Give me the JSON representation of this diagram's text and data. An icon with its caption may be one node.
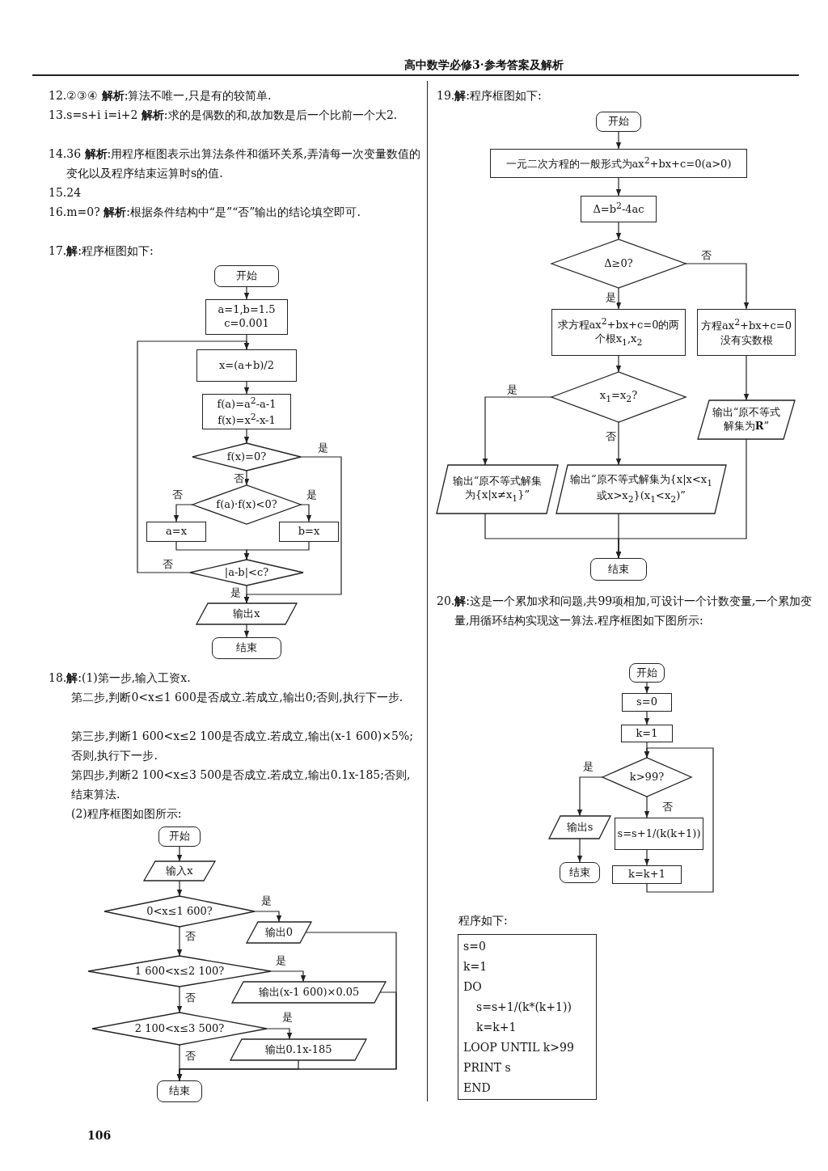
{
  "diagram": {
    "nodes": [
      {
        "text": [
          "开始"
        ]
      },
      {
        "text": [
          "a=1,b=1.5 c=0.001"
        ]
      },
      {
        "text": [
          "x=(a+b)/2"
        ]
      },
      {
        "text": [
          "f(a)=a$^{2}$-a-1 f(x)=x$^{2}$-x-1"
        ]
      },
      {
        "text": [
          "f(x)=0?"
        ]
      },
      {
        "text": [
          "f(a)·f(x)<0?"
        ]
      },
      {
        "text": [
          "a=x"
        ]
      },
      {
        "text": [
          "b=x"
        ]
      },
      {
        "text": [
          "|a-b|<c?"
        ]
      },
      {
        "text": [
          "输出x"
        ]
      },
      {
        "text": [
          "结束"
        ]
      },
      {
        "text": [
          "开始"
        ]
      },
      {
        "text": [
          "输入x"
        ]
      },
      {
        "text": [
          "0<x≤1 600?"
        ]
      },
      {
        "text": [
          "输出0"
        ]
      },
      {
        "text": [
          "1 600<x≤2 100?"
        ]
      },
      {
        "text": [
          "输出(x-1 600)×0.05"
        ]
      },
      {
        "text": [
          "2 100<x≤3 500?"
        ]
      },
      {
        "text": [
          "输出0.1x-185"
        ]
      },
      {
        "text": [
          "结束"
        ]
      },
      {
        "text": [
          "开始"
        ]
      },
      {
        "text": [
          "一元二次方程的一般形式为ax$^{2}$+bx+c=0(a>0)"
        ]
      },
      {
        "text": [
          "Δ=b$^{2}$-4ac"
        ]
      },
      {
        "text": [
          "Δ≥0?"
        ]
      },
      {
        "text": [
          "求方程ax$^{2}$+bx+c=0的两个根x$_{1}$,x$_{2}$"
        ]
      },
      {
        "text": [
          "方程ax$^{2}$+bx+c=0没有实数根"
        ]
      },
      {
        "text": [
          "x$_{1}$=x$_{2}$?"
        ]
      },
      {
        "text": [
          "输出“原不等式解集为**R**”"
        ]
      },
      {
        "text": [
          "输出“原不等式解集为{x|x≠x$_{1}$}”"
        ]
      },
      {
        "text": [
          "输出“原不等式解集为{x|x<x$_{1}$或x>x$_{2}$}(x$_{1}$<x$_{2}$)”"
        ]
      },
      {
        "text": [
          "结束"
        ]
      },
      {
        "text": [
          "开始"
        ]
      },
      {
        "text": [
          "s=0"
        ]
      },
      {
        "text": [
          "k=1"
        ]
      },
      {
        "text": [
          "k>99?"
        ]
      },
      {
        "text": [
          "输出s"
        ]
      },
      {
        "text": [
          "结束"
        ]
      },
      {
        "text": [
          "s=s+1/(k(k+1))"
        ]
      },
      {
        "text": [
          "k=k+1"
        ]
      },
      {
        "text": [
          "s=0",
          "k=1",
          "DO",
          "s=s+1/(k*(k+1))",
          "k=k+1",
          "LOOP UNTIL k>99",
          "PRINT s",
          "END"
        ],
        "beside": [
          "程序如下:"
        ]
      }
    ],
    "edges": [
      {
        "from": 0,
        "to": 1,
        "arrow": "to"
      },
      {
        "from": 1,
        "to": 2,
        "arrow": "to"
      },
      {
        "from": 2,
        "to": 3,
        "arrow": "to"
      },
      {
        "from": 3,
        "to": 4,
        "arrow": "to"
      },
      {
        "from": 4,
        "to": 5,
        "arrow": "to",
        "label": "否"
      },
      {
        "from": 4,
        "to": 9,
        "arrow": "to",
        "label": "是"
      },
      {
        "from": 5,
        "to": 6,
        "arrow": "to",
        "label": "否"
      },
      {
        "from": 5,
        "to": 7,
        "arrow": "to",
        "label": "是"
      },
      {
        "from": 6,
        "to": 8,
        "arrow": "to"
      },
      {
        "from": 7,
        "to": 8,
        "arrow": "to"
      },
      {
        "from": 8,
        "to": 2,
        "arrow": "to",
        "label": "否"
      },
      {
        "from": 8,
        "to": 9,
        "arrow": "to",
        "label": "是"
      },
      {
        "from": 9,
        "to": 10,
        "arrow": "to"
      },
      {
        "from": 11,
        "to": 12,
        "arrow": "to"
      },
      {
        "from": 12,
        "to": 13,
        "arrow": "to"
      },
      {
        "from": 13,
        "to": 14,
        "arrow": "to",
        "label": "是"
      },
      {
        "from": 13,
        "to": 15,
        "arrow": "to",
        "label": "否"
      },
      {
        "from": 15,
        "to": 16,
        "arrow": "to",
        "label": "是"
      },
      {
        "from": 15,
        "to": 17,
        "arrow": "to",
        "label": "否"
      },
      {
        "from": 17,
        "to": 18,
        "arrow": "to",
        "label": "是"
      },
      {
        "from": 17,
        "to": 19,
        "arrow": "to",
        "label": "否"
      },
      {
        "from": 14,
        "to": 19,
        "arrow": "to"
      },
      {
        "from": 16,
        "to": 19,
        "arrow": "to"
      },
      {
        "from": 18,
        "to": 19,
        "arrow": "to"
      },
      {
        "from": 20,
        "to": 21,
        "arrow": "to"
      },
      {
        "from": 21,
        "to": 22,
        "arrow": "to"
      },
      {
        "from": 22,
        "to": 23,
        "arrow": "to"
      },
      {
        "from": 23,
        "to": 24,
        "arrow": "to",
        "label": "是"
      },
      {
        "from": 23,
        "to": 25,
        "arrow": "to",
        "label": "否"
      },
      {
        "from": 24,
        "to": 26,
        "arrow": "to"
      },
      {
        "from": 25,
        "to": 27,
        "arrow": "to"
      },
      {
        "from": 26,
        "to": 28,
        "arrow": "to",
        "label": "是"
      },
      {
        "from": 26,
        "to": 29,
        "arrow": "to",
        "label": "否"
      },
      {
        "from": 28,
        "to": 30,
        "arrow": "to"
      },
      {
        "from": 29,
        "to": 30,
        "arrow": "to"
      },
      {
        "from": 27,
        "to": 30,
        "arrow": "to"
      },
      {
        "from": 31,
        "to": 32,
        "arrow": "to"
      },
      {
        "from": 32,
        "to": 33,
        "arrow": "to"
      },
      {
        "from": 33,
        "to": 34,
        "arrow": "to"
      },
      {
        "from": 34,
        "to": 35,
        "arrow": "to",
        "label": "是"
      },
      {
        "from": 34,
        "to": 37,
        "arrow": "to",
        "label": "否"
      },
      {
        "from": 35,
        "to": 36,
        "arrow": "to"
      },
      {
        "from": 37,
        "to": 38,
        "arrow": "to"
      },
      {
        "from": 38,
        "to": 34,
        "arrow": "to"
      }
    ],
    "labels": [
      "高中数学必修3·参考答案及解析",
      "12.②③④ **解析**:算法不唯一,只是有的较简单.",
      "13.s=s+i i=i+2 **解析**:求的是偶数的和,故加数是后一个比前一个大2.",
      "14.36 **解析**:用程序框图表示出算法条件和循环关系,弄清每一次变量数值的变化以及程序结束运算时s的值.",
      "15.24",
      "16.m=0? **解析**:根据条件结构中“是”“否”输出的结论填空即可.",
      "17.**解**:程序框图如下:",
      "18.**解**:(1)第一步,输入工资x.",
      "第二步,判断0<x≤1 600是否成立.若成立,输出0;否则,执行下一步.",
      "第三步,判断1 600<x≤2 100是否成立.若成立,输出(x-1 600)×5%;否则,执行下一步.",
      "第四步,判断2 100<x≤3 500是否成立.若成立,输出0.1x-185;否则,结束算法.",
      "(2)程序框图如图所示:",
      "19.**解**:程序框图如下:",
      "20.**解**:这是一个累加求和问题,共99项相加,可设计一个计数变量,一个累加变量,用循环结构实现这一算法.程序框图如下图所示:",
      "106"
    ]
  }
}
